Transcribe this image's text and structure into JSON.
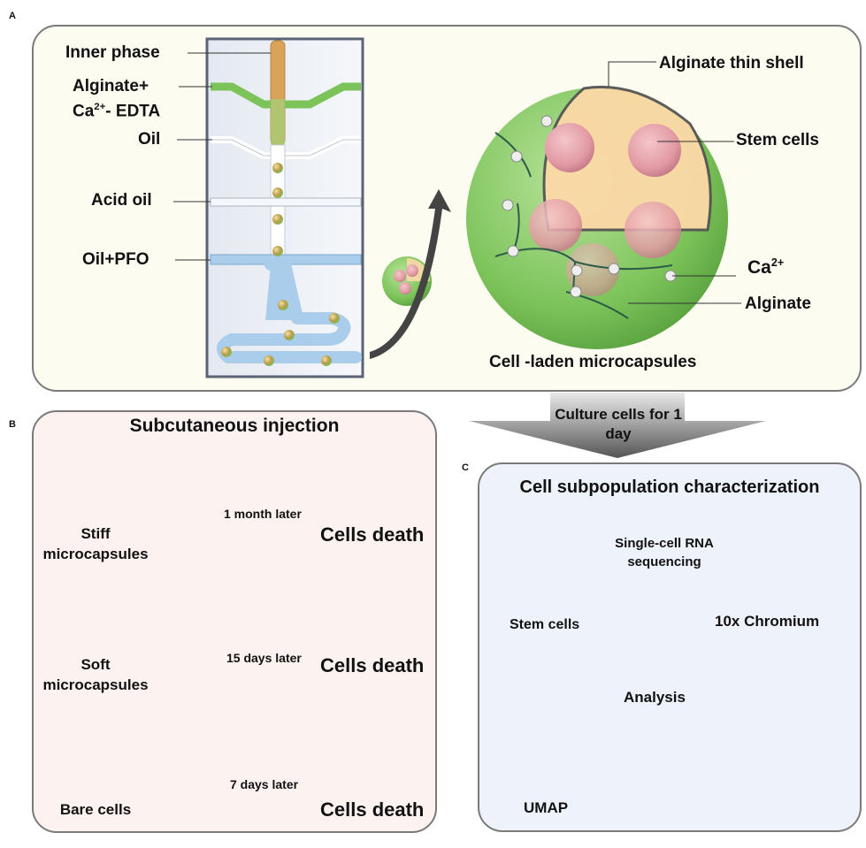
{
  "panels": {
    "a": {
      "letter": "A",
      "chip_labels": {
        "inner_phase": "Inner phase",
        "alginate_line1": "Alginate+",
        "alginate_ca": "Ca",
        "alginate_sup": "2+",
        "alginate_edta": "- EDTA",
        "oil": "Oil",
        "acid_oil": "Acid oil",
        "oil_pfo": "Oil+PFO"
      },
      "capsule_labels": {
        "thin_shell": "Alginate thin shell",
        "stem_cells": "Stem cells",
        "ca": "Ca",
        "ca_sup": "2+",
        "alginate": "Alginate"
      },
      "caption": "Cell -laden microcapsules",
      "colors": {
        "background": "#fdfcf1",
        "alginate_green": "#7cc35a",
        "inner_phase": "#d9a45a",
        "oil_blue": "#a9cdea"
      }
    },
    "arrow_culture": {
      "line1": "Culture cells for 1",
      "line2": "day"
    },
    "b": {
      "letter": "B",
      "title": "Subcutaneous injection",
      "rows": [
        {
          "sample_line1": "Stiff",
          "sample_line2": "microcapsules",
          "time": "1 month later",
          "result": "Cells death"
        },
        {
          "sample_line1": "Soft",
          "sample_line2": "microcapsules",
          "time": "15 days later",
          "result": "Cells death"
        },
        {
          "sample_line1": "Bare cells",
          "sample_line2": "",
          "time": "7 days later",
          "result": "Cells death"
        }
      ],
      "colors": {
        "background": "#fcf2f0"
      }
    },
    "c": {
      "letter": "C",
      "title": "Cell subpopulation characterization",
      "stem_cells": "Stem cells",
      "step_line1": "Single-cell RNA",
      "step_line2": "sequencing",
      "instrument": "10x Chromium",
      "analysis": "Analysis",
      "umap": "UMAP",
      "colors": {
        "background": "#eef3fb",
        "cell_pink": "#e8a3a8",
        "violin": "#c97b7b"
      }
    }
  }
}
